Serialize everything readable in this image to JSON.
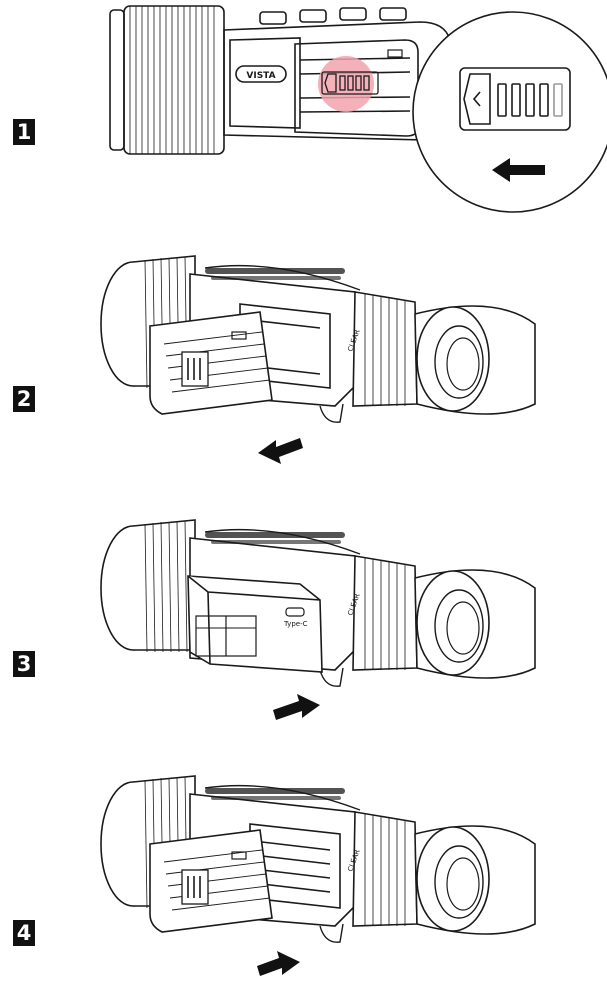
{
  "steps": [
    {
      "number": "1"
    },
    {
      "number": "2"
    },
    {
      "number": "3"
    },
    {
      "number": "4"
    }
  ],
  "device": {
    "brand_label": "VISTA",
    "side_label": "CLEAR",
    "port_label": "Type-C"
  },
  "colors": {
    "line": "#1a1a1a",
    "highlight": "#f2a3ad",
    "badge": "#111111"
  },
  "icons": {
    "arrow": "arrow-icon",
    "latch": "battery-latch-icon"
  }
}
